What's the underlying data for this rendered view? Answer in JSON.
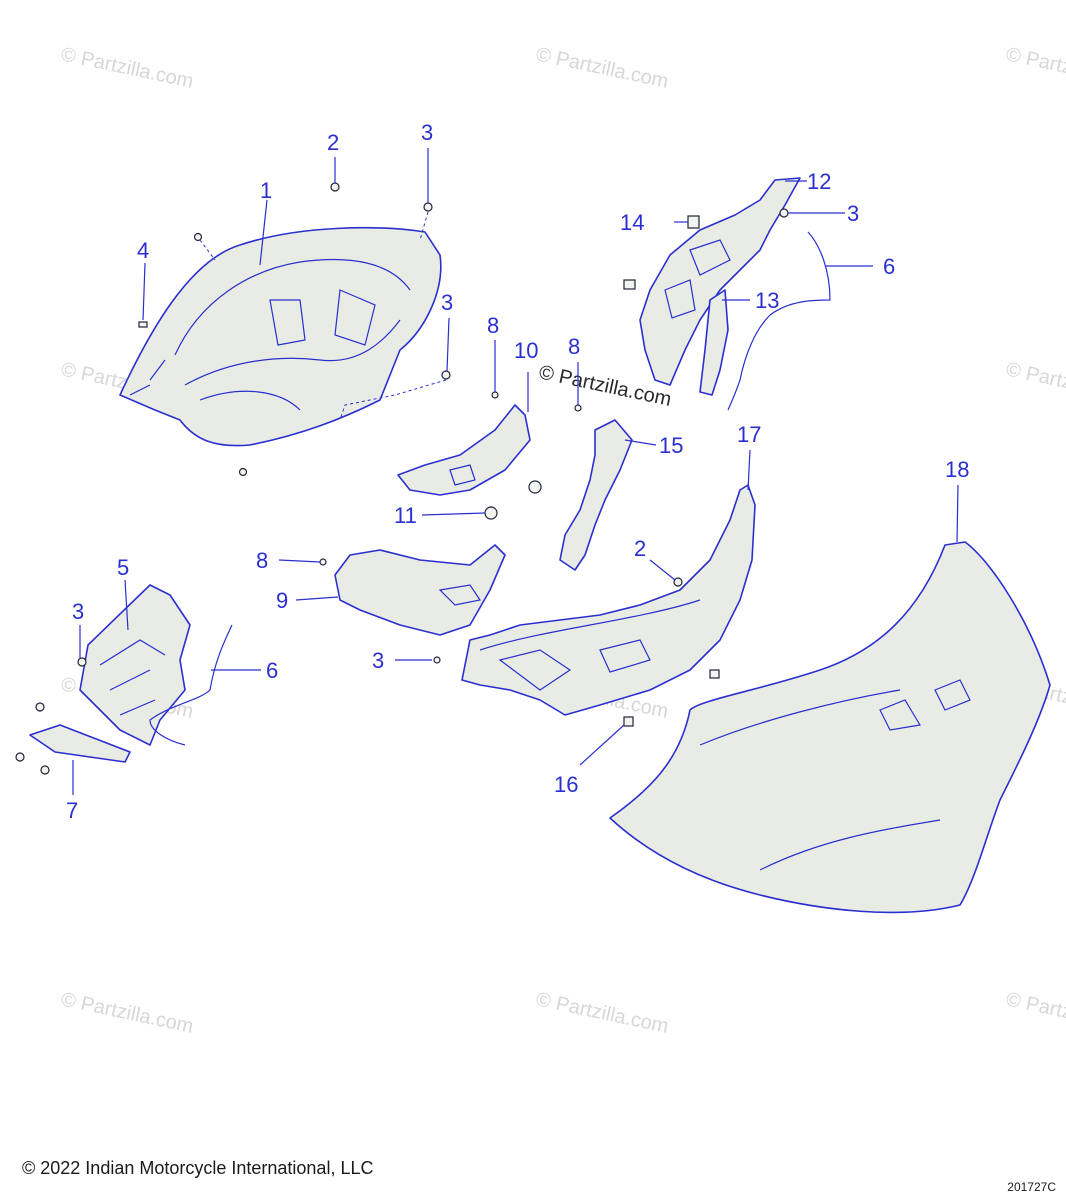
{
  "watermark": {
    "text": "© Partzilla.com"
  },
  "callouts": [
    {
      "label": "1"
    },
    {
      "label": "2"
    },
    {
      "label": "3"
    },
    {
      "label": "4"
    },
    {
      "label": "3"
    },
    {
      "label": "8"
    },
    {
      "label": "10"
    },
    {
      "label": "8"
    },
    {
      "label": "12"
    },
    {
      "label": "14"
    },
    {
      "label": "3"
    },
    {
      "label": "6"
    },
    {
      "label": "13"
    },
    {
      "label": "15"
    },
    {
      "label": "17"
    },
    {
      "label": "18"
    },
    {
      "label": "11"
    },
    {
      "label": "8"
    },
    {
      "label": "9"
    },
    {
      "label": "2"
    },
    {
      "label": "5"
    },
    {
      "label": "3"
    },
    {
      "label": "6"
    },
    {
      "label": "3"
    },
    {
      "label": "7"
    },
    {
      "label": "16"
    }
  ],
  "footer": {
    "copyright": "© 2022 Indian Motorcycle International, LLC",
    "diagram_code": "201727C"
  },
  "colors": {
    "line": "#2a2fd0",
    "fill": "#e8ece5",
    "watermark": "#d7d7d7"
  }
}
